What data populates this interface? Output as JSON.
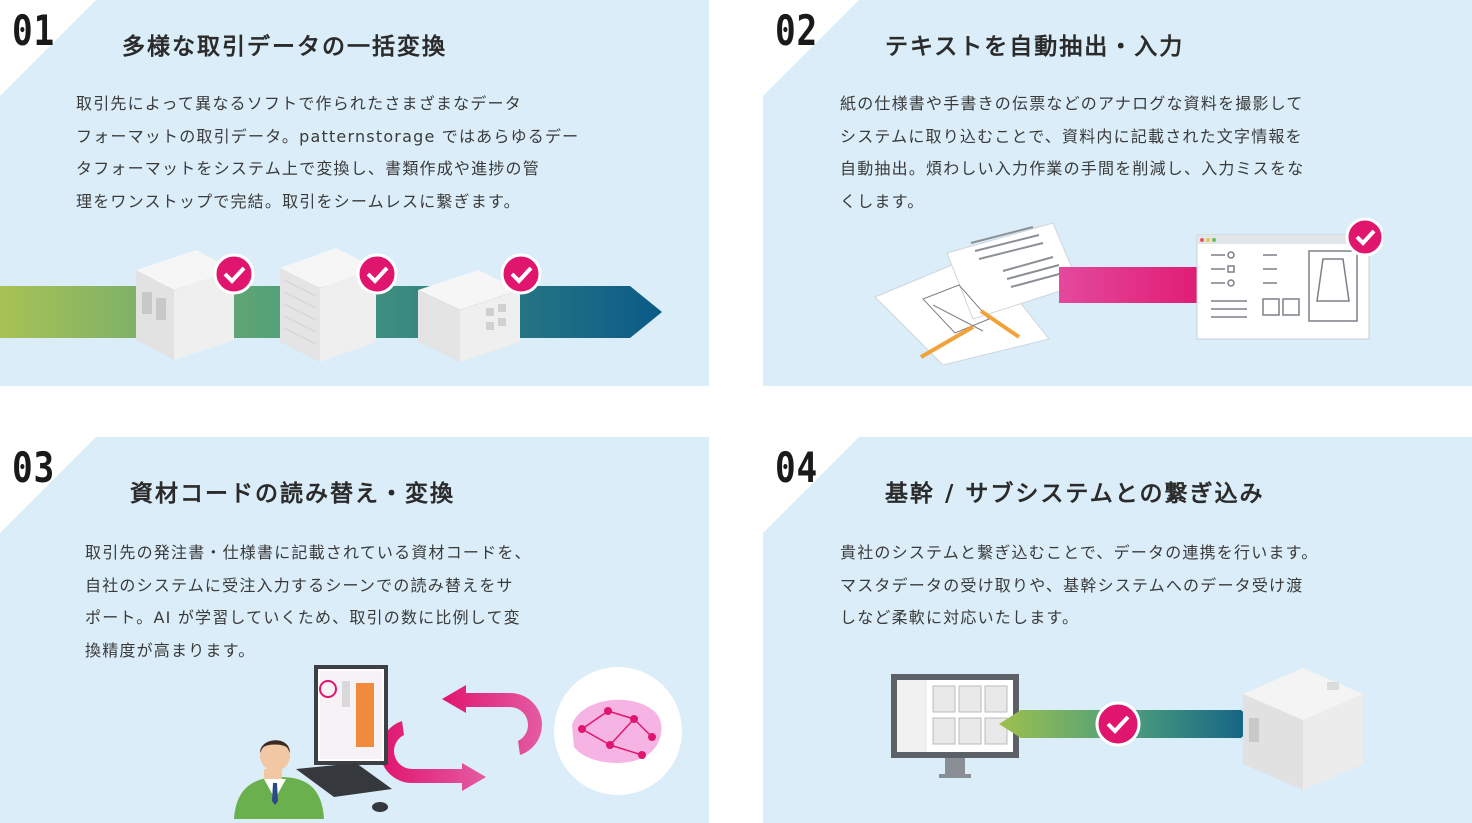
{
  "cards": [
    {
      "number": "01",
      "title": "多様な取引データの一括変換",
      "lines": [
        "取引先によって異なるソフトで作られたさまざまなデータ",
        "フォーマットの取引データ。patternstorage ではあらゆるデー",
        "タフォーマットをシステム上で変換し、書類作成や進捗の管",
        "理をワンストップで完結。取引をシームレスに繋ぎます。"
      ]
    },
    {
      "number": "02",
      "title": "テキストを自動抽出・入力",
      "lines": [
        "紙の仕様書や手書きの伝票などのアナログな資料を撮影して",
        "システムに取り込むことで、資料内に記載された文字情報を",
        "自動抽出。煩わしい入力作業の手間を削減し、入力ミスをな",
        "くします。"
      ]
    },
    {
      "number": "03",
      "title": "資材コードの読み替え・変換",
      "lines": [
        "取引先の発注書・仕様書に記載されている資材コードを、",
        "自社のシステムに受注入力するシーンでの読み替えをサ",
        "ポート。AI が学習していくため、取引の数に比例して変",
        "換精度が高まります。"
      ]
    },
    {
      "number": "04",
      "title": "基幹 / サブシステムとの繋ぎ込み",
      "lines": [
        "貴社のシステムと繋ぎ込むことで、データの連携を行います。",
        "マスタデータの受け取りや、基幹システムへのデータ受け渡",
        "しなど柔軟に対応いたします。"
      ]
    }
  ],
  "colors": {
    "card_background": "#daedf8",
    "accent_magenta": "#e0156e",
    "gradient_green": "#9cc04e",
    "gradient_teal": "#0f5f86"
  },
  "icons": [
    "check-icon",
    "building-icon",
    "document-icon",
    "pencil-icon",
    "screen-icon",
    "monitor-icon",
    "person-icon",
    "brain-network-icon"
  ]
}
